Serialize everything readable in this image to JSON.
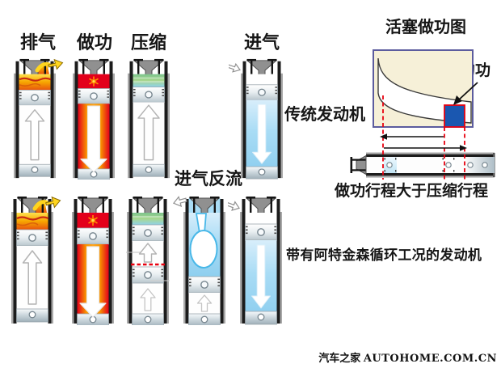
{
  "strokes": {
    "exhaust": "排气",
    "power": "做功",
    "compression": "压缩",
    "intake": "进气",
    "intake_backflow": "进气反流"
  },
  "right_panel": {
    "chart_title": "活塞做功图",
    "extra_work": "多出来的功",
    "traditional_engine": "传统发动机",
    "stroke_comparison": "做功行程大于压缩行程",
    "atkinson_engine": "带有阿特金森循环工况的发动机"
  },
  "rows": {
    "top_row_strokes": [
      "排气",
      "做功",
      "压缩",
      "进气"
    ],
    "bottom_row_strokes": [
      "排气",
      "做功",
      "压缩",
      "进气反流",
      "进气"
    ]
  },
  "watermark": {
    "site_name": "汽车之家",
    "site_domain": "AUTOHOME.COM.CN"
  },
  "colors": {
    "exhaust_gas_orange": "#f7a600",
    "combustion_red": "#e3001b",
    "power_body_orange": "#f99400",
    "mixture_green": "#8fcf9b",
    "intake_blue": "#9fd8f2",
    "extra_work_blue": "#1a57b0",
    "highlight_red": "#e8000f",
    "chart_background": "#f6f0d8",
    "chart_border": "#5c5c9e"
  }
}
